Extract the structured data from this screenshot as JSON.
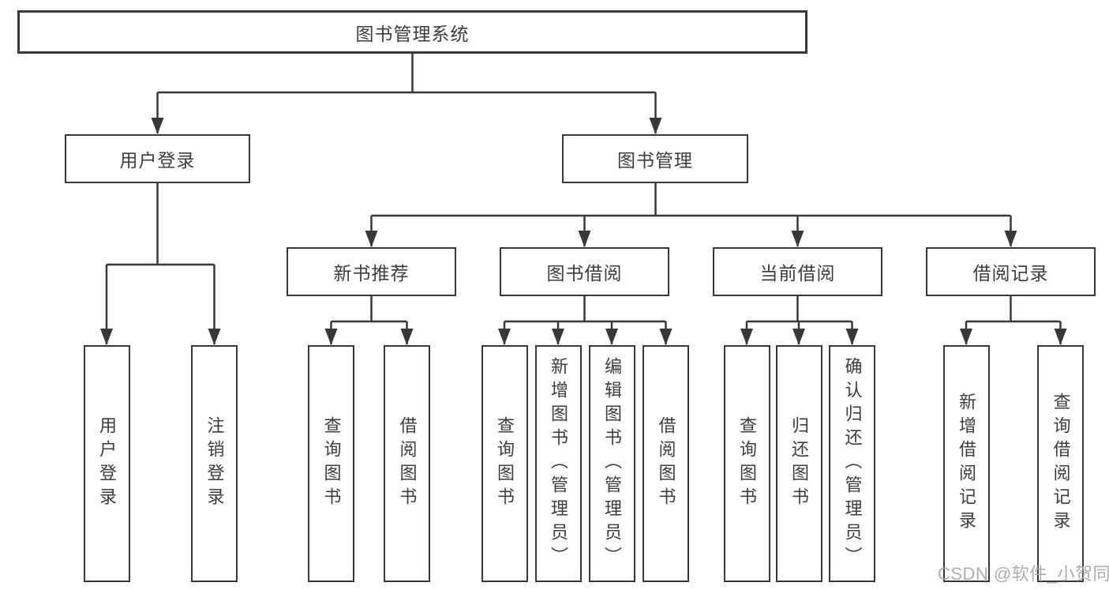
{
  "diagram": {
    "root": {
      "label": "图书管理系统"
    },
    "level2": [
      {
        "label": "用户登录"
      },
      {
        "label": "图书管理"
      }
    ],
    "level3": [
      {
        "label": "新书推荐"
      },
      {
        "label": "图书借阅"
      },
      {
        "label": "当前借阅"
      },
      {
        "label": "借阅记录"
      }
    ],
    "leaf_groups": [
      {
        "parent": "用户登录",
        "items": [
          "用户登录",
          "注销登录"
        ]
      },
      {
        "parent": "新书推荐",
        "items": [
          "查询图书",
          "借阅图书"
        ]
      },
      {
        "parent": "图书借阅",
        "items": [
          "查询图书",
          "新增图书（管理员）",
          "编辑图书（管理员）",
          "借阅图书"
        ]
      },
      {
        "parent": "当前借阅",
        "items": [
          "查询图书",
          "归还图书",
          "确认归还（管理员）"
        ]
      },
      {
        "parent": "借阅记录",
        "items": [
          "新增借阅记录",
          "查询借阅记录"
        ]
      }
    ]
  },
  "watermark": {
    "text": "CSDN @软件_小贺同学",
    "color": "#a6a6a6"
  },
  "colors": {
    "line": "#383838",
    "text": "#3d3d3d",
    "background": "#ffffff"
  }
}
